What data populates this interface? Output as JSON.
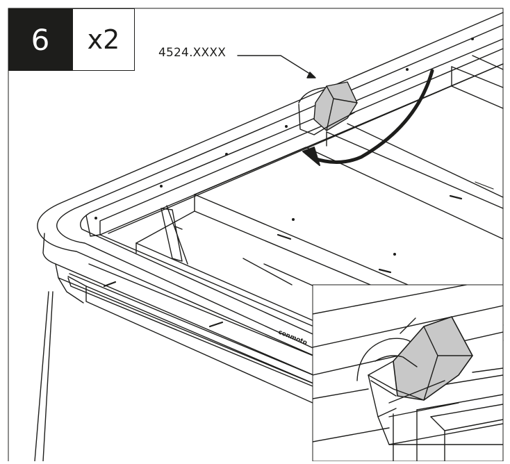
{
  "step": {
    "number": "6",
    "quantity": "x2"
  },
  "callout": {
    "part_code": "4524.XXXX"
  },
  "branding": {
    "mark": "conmoto"
  },
  "colors": {
    "ink": "#1d1d1b",
    "part_fill": "#c8c8c8",
    "step_bg": "#1d1d1b"
  }
}
